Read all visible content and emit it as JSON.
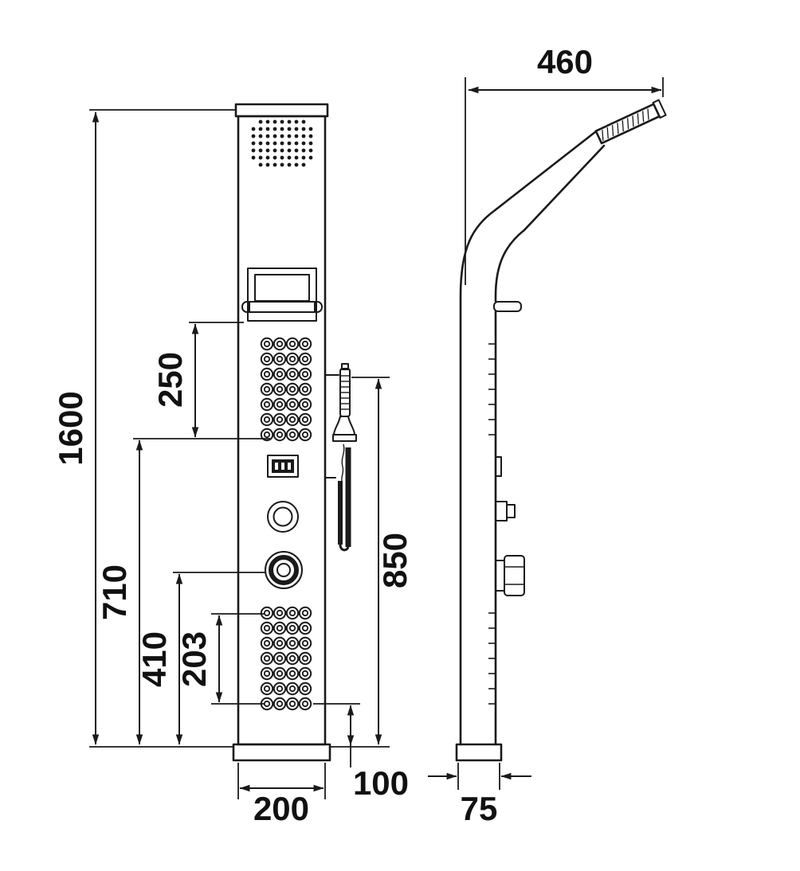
{
  "drawing": {
    "subject": "shower-panel-dimension-drawing",
    "views": {
      "left": "front elevation",
      "right": "side elevation"
    },
    "units": "mm",
    "colors": {
      "line": "#1a1a1a",
      "background": "#ffffff"
    },
    "dimensions": {
      "total_height": "1600",
      "upper_jets_span": "250",
      "mid_section_height": "710",
      "lower_knob_height": "410",
      "lower_jets_span": "203",
      "hand_shower_height": "850",
      "bottom_offset": "100",
      "panel_width": "200",
      "head_projection": "460",
      "panel_depth": "75"
    }
  }
}
